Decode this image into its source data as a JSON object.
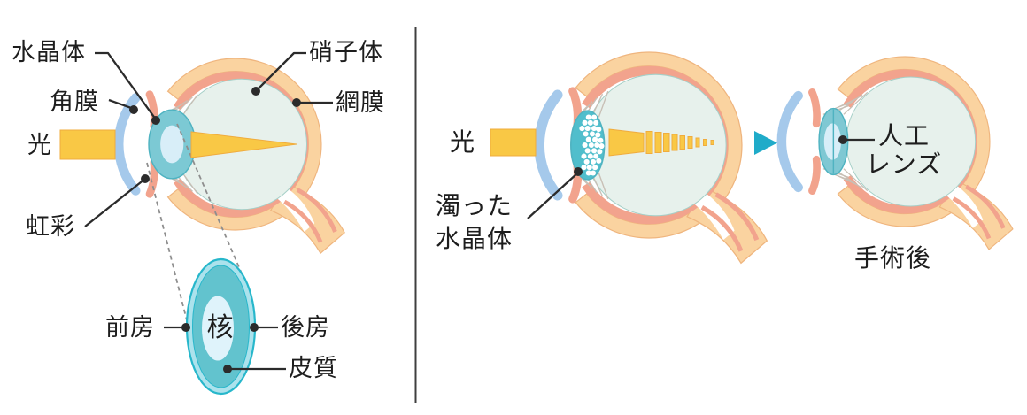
{
  "left_panel": {
    "labels": {
      "lens": "水晶体",
      "cornea": "角膜",
      "light": "光",
      "iris": "虹彩",
      "vitreous": "硝子体",
      "retina": "網膜"
    },
    "lens_detail": {
      "anterior_chamber": "前房",
      "nucleus": "核",
      "posterior_chamber": "後房",
      "cortex": "皮質"
    }
  },
  "right_panel": {
    "light": "光",
    "clouded_lens": {
      "line1": "濁った",
      "line2": "水晶体"
    },
    "iol": {
      "line1": "人工",
      "line2": "レンズ"
    },
    "after_surgery": "手術後"
  },
  "palette": {
    "sclera": "#FAD3A0",
    "sclera_edge": "#EFB57E",
    "choroid": "#F2A38D",
    "vitreous": "#E7F1EC",
    "vitreous_edge": "#A5CFC7",
    "cornea": "#A5C9EB",
    "lens_teal": "#7CC9D4",
    "lens_edge": "#4FB3C1",
    "lens_pale": "#D8EEF8",
    "lens_clouded": "#50BECC",
    "iol_fill": "#7FC8D3",
    "light": "#F9C845",
    "light_edge": "#F0AC3E",
    "arrow": "#1FABC9",
    "ink": "#2B2B2B",
    "dash": "#8E8E8E",
    "divider": "#3F3F3F",
    "mag_ring": "#ACE2EC",
    "mag_ring_edge": "#27B7CB",
    "mag_cortex": "#62C3CE",
    "mag_nucleus": "#DFF3FB",
    "zonule": "#C8BFB5"
  }
}
